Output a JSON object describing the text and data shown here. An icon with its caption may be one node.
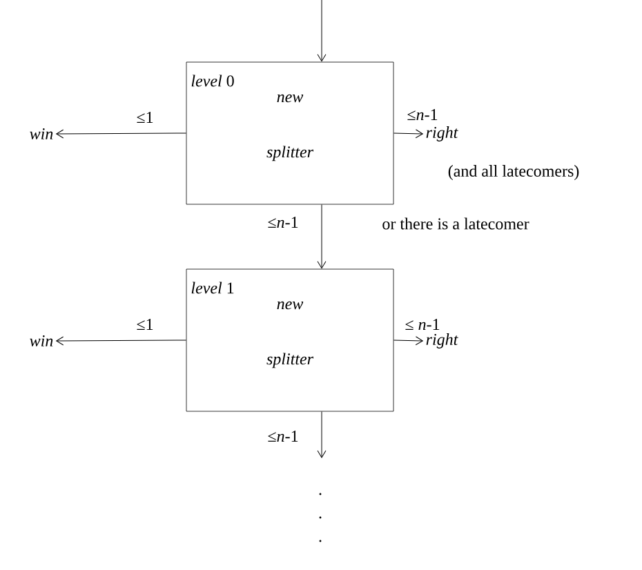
{
  "diagram": {
    "nodes": [
      {
        "text": [
          "win"
        ]
      },
      {
        "text": [
          "*level* 0",
          "new splitter"
        ]
      },
      {
        "text": [
          "right"
        ],
        "beside": [
          "(and all latecomers)"
        ]
      },
      {
        "text": [
          "*level* 1",
          "new splitter"
        ]
      },
      {
        "text": [
          "win"
        ]
      },
      {
        "text": [
          "right"
        ]
      }
    ],
    "edges": [
      {
        "from": null,
        "to": 1,
        "arrow": "to"
      },
      {
        "from": 1,
        "to": 0,
        "arrow": "to",
        "label": "≤1"
      },
      {
        "from": 1,
        "to": 2,
        "arrow": "to",
        "label": "≤*n*-1"
      },
      {
        "from": 1,
        "to": 3,
        "arrow": "to",
        "label": "≤*n*-1"
      },
      {
        "from": 3,
        "to": 4,
        "arrow": "to",
        "label": "≤1"
      },
      {
        "from": 3,
        "to": 5,
        "arrow": "to",
        "label": "≤ *n*-1"
      },
      {
        "from": 3,
        "to": null,
        "arrow": "to",
        "label": "≤*n*-1"
      }
    ],
    "labels": [
      "or there is a latecomer",
      ".",
      ".",
      "."
    ]
  }
}
